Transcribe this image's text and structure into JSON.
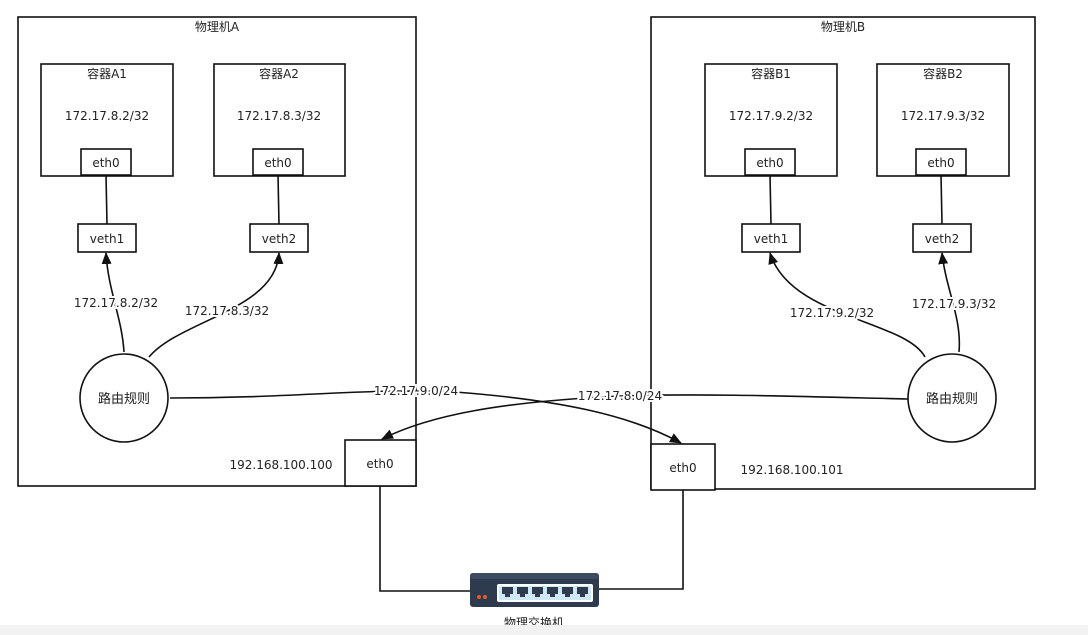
{
  "hostA": {
    "title": "物理机A",
    "containers": [
      {
        "name": "容器A1",
        "ip": "172.17.8.2/32",
        "iface": "eth0"
      },
      {
        "name": "容器A2",
        "ip": "172.17.8.3/32",
        "iface": "eth0"
      }
    ],
    "veths": [
      "veth1",
      "veth2"
    ],
    "routes": [
      "172.17.8.2/32",
      "172.17.8.3/32"
    ],
    "router": "路由规则",
    "nic": "eth0",
    "nic_ip": "192.168.100.100"
  },
  "hostB": {
    "title": "物理机B",
    "containers": [
      {
        "name": "容器B1",
        "ip": "172.17.9.2/32",
        "iface": "eth0"
      },
      {
        "name": "容器B2",
        "ip": "172.17.9.3/32",
        "iface": "eth0"
      }
    ],
    "veths": [
      "veth1",
      "veth2"
    ],
    "routes": [
      "172.17.9.2/32",
      "172.17.9.3/32"
    ],
    "router": "路由规则",
    "nic": "eth0",
    "nic_ip": "192.168.100.101"
  },
  "cross_routes": [
    "172.17.9.0/24",
    "172.17.8.0/24"
  ],
  "switch": {
    "label": "物理交换机"
  }
}
